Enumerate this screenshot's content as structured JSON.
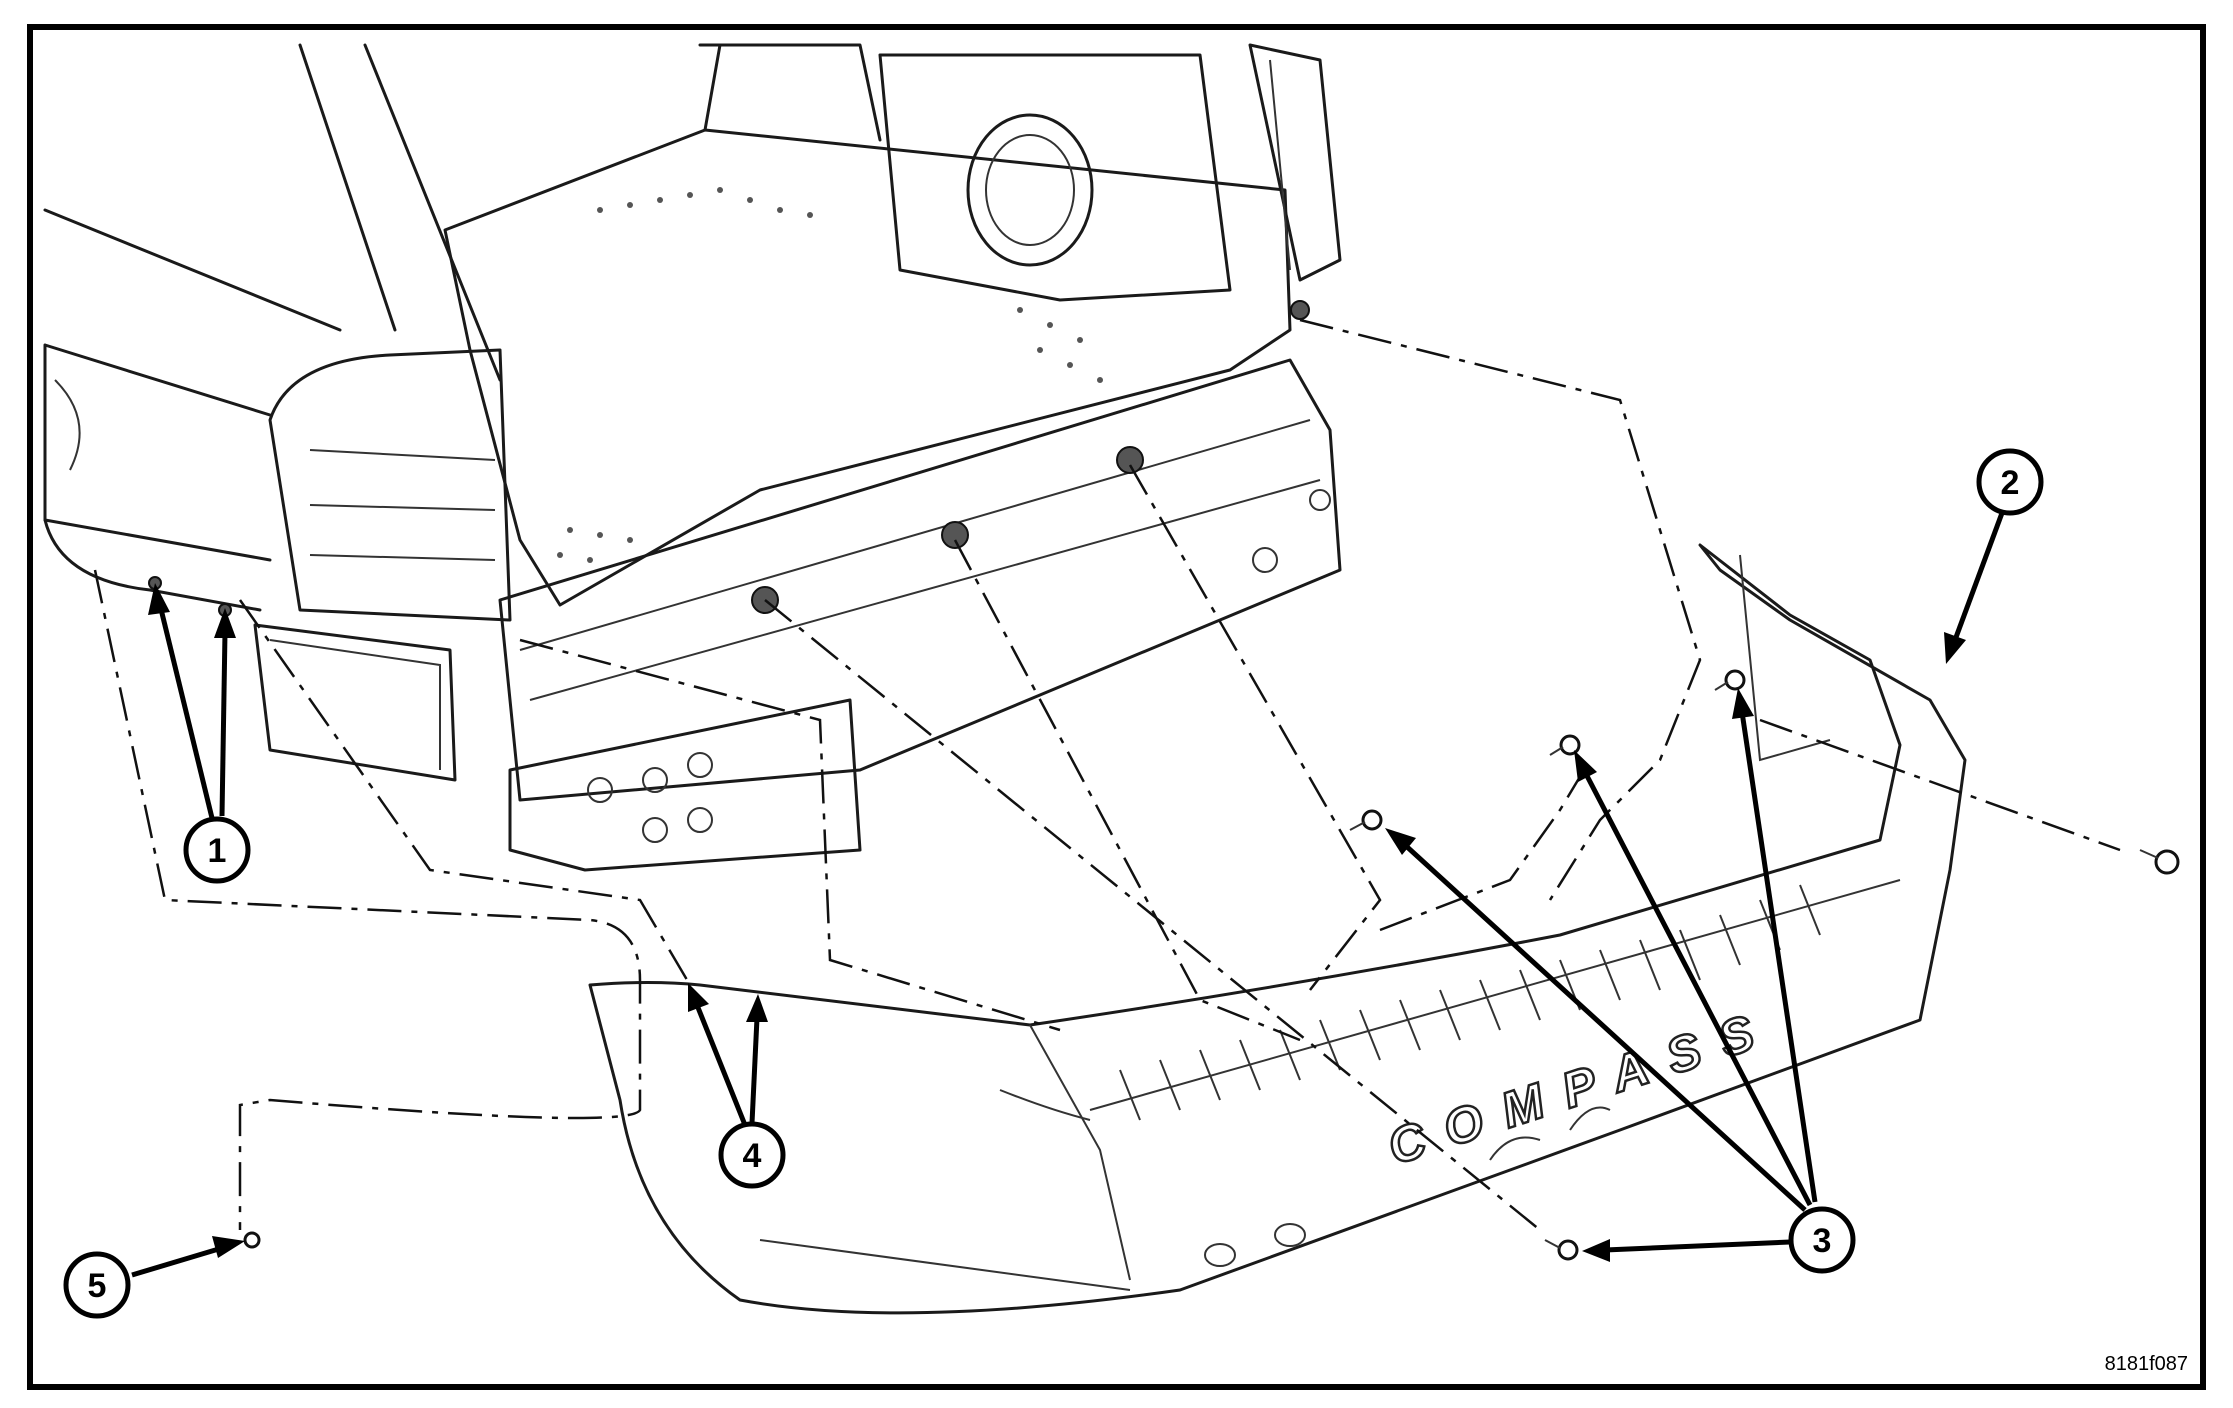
{
  "figure_code": "8181f087",
  "emblem_text": "COMPASS",
  "callouts": [
    {
      "id": "1",
      "label": "1"
    },
    {
      "id": "2",
      "label": "2"
    },
    {
      "id": "3",
      "label": "3"
    },
    {
      "id": "4",
      "label": "4"
    },
    {
      "id": "5",
      "label": "5"
    }
  ]
}
